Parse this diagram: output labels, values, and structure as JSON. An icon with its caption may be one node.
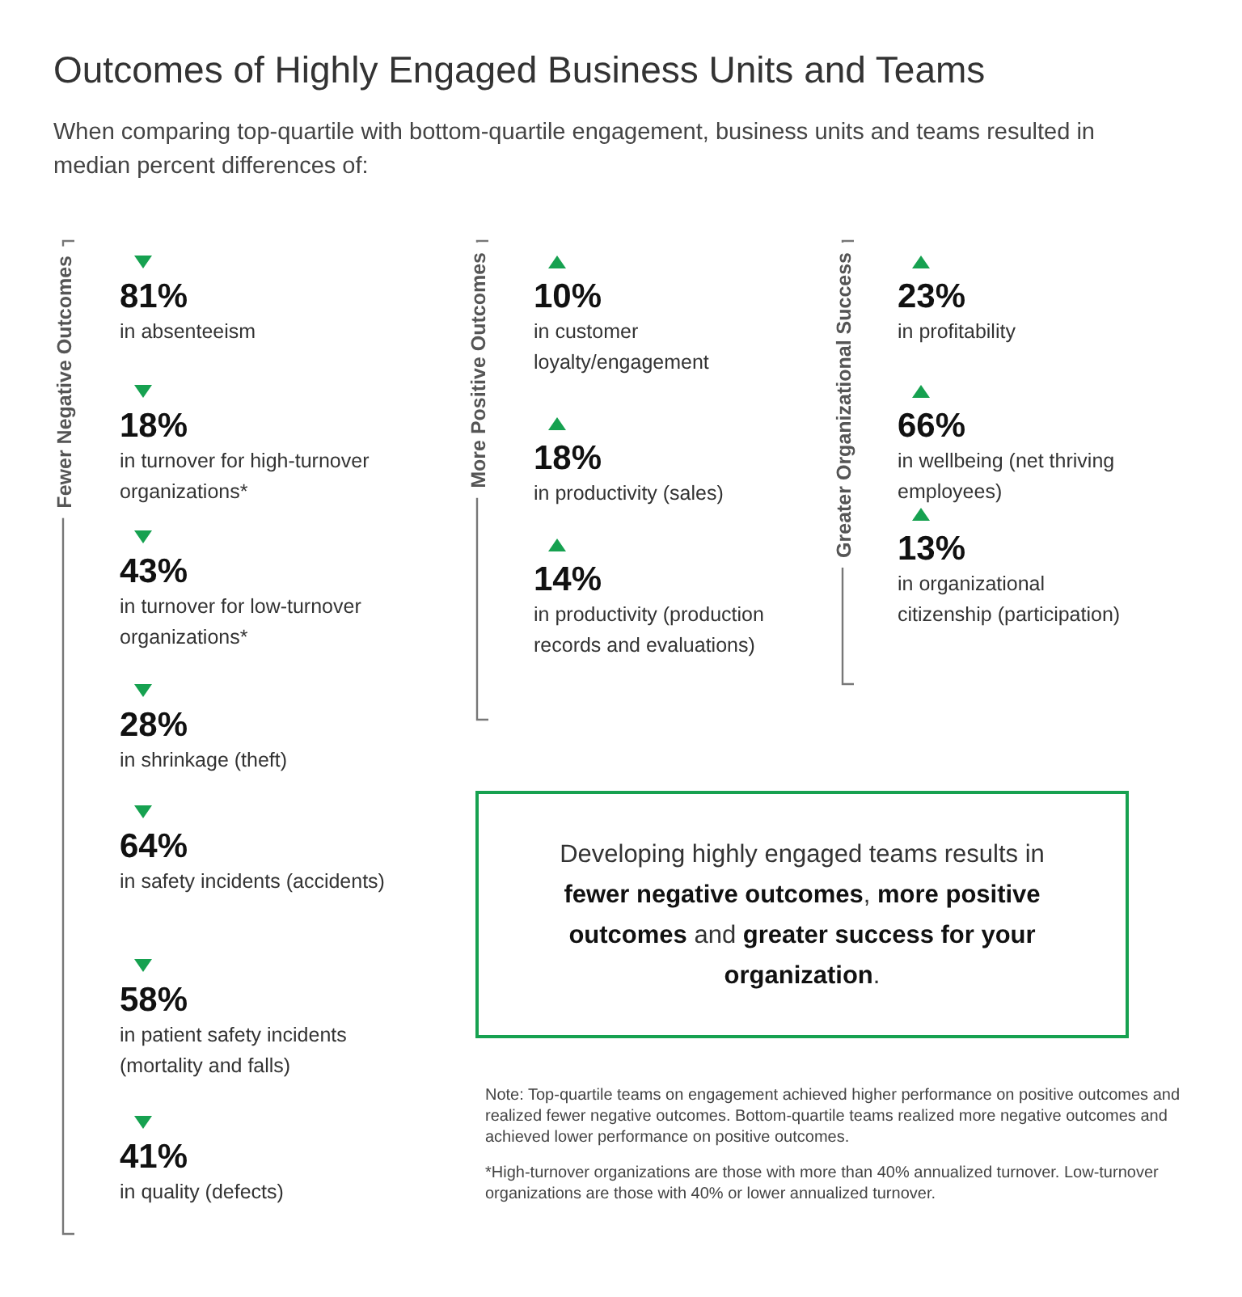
{
  "diagram": {
    "title": "Outcomes of Highly Engaged Business Units and Teams",
    "nodes": [
      {
        "text": [
          "Fewer Negative Outcomes"
        ]
      },
      {
        "text": [
          "81%",
          "in absenteeism"
        ]
      },
      {
        "text": [
          "18%",
          "in turnover for high-turnover organizations*"
        ]
      },
      {
        "text": [
          "43%",
          "in turnover for low-turnover organizations*"
        ]
      },
      {
        "text": [
          "28%",
          "in shrinkage (theft)"
        ]
      },
      {
        "text": [
          "64%",
          "in safety incidents (accidents)"
        ]
      },
      {
        "text": [
          "58%",
          "in patient safety incidents (mortality and falls)"
        ]
      },
      {
        "text": [
          "41%",
          "in quality (defects)"
        ]
      },
      {
        "text": [
          "More Positive Outcomes"
        ]
      },
      {
        "text": [
          "10%",
          "in customer loyalty/engagement"
        ]
      },
      {
        "text": [
          "18%",
          "in productivity (sales)"
        ]
      },
      {
        "text": [
          "14%",
          "in productivity (production records and evaluations)"
        ]
      },
      {
        "text": [
          "Greater Organizational Success"
        ]
      },
      {
        "text": [
          "23%",
          "in profitability"
        ]
      },
      {
        "text": [
          "66%",
          "in wellbeing (net thriving employees)"
        ]
      },
      {
        "text": [
          "13%",
          "in organizational citizenship (participation)"
        ]
      },
      {
        "text": [
          "Developing highly engaged teams results in **fewer negative outcomes**, **more positive outcomes** and **greater success for your organization**."
        ]
      }
    ],
    "labels": [
      "When comparing top-quartile with bottom-quartile engagement, business units and teams resulted in median percent differences of:",
      "Note: Top-quartile teams on engagement achieved higher performance on positive outcomes and realized fewer negative outcomes. Bottom-quartile teams realized more negative outcomes and achieved lower performance on positive outcomes.",
      "*High-turnover organizations are those with more than 40% annualized turnover. Low-turnover organizations are those with 40% or lower annualized turnover."
    ]
  }
}
